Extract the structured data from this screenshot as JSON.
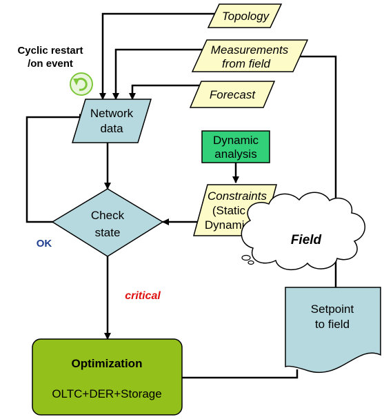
{
  "diagram": {
    "inputs": {
      "topology": "Topology",
      "measurements_line1": "Measurements",
      "measurements_line2": "from field",
      "forecast": "Forecast"
    },
    "cyclic": {
      "line1": "Cyclic restart",
      "line2": "/on event"
    },
    "network_data": {
      "line1": "Network",
      "line2": "data"
    },
    "dynamic_analysis": {
      "line1": "Dynamic",
      "line2": "analysis"
    },
    "constraints": {
      "line1": "Constraints",
      "line2": "(Static &",
      "line3": "Dynamics)"
    },
    "check_state": {
      "line1": "Check",
      "line2": "state"
    },
    "ok_label": "OK",
    "critical_label": "critical",
    "field": "Field",
    "setpoint": {
      "line1": "Setpoint",
      "line2": "to field"
    },
    "optimization": {
      "title": "Optimization",
      "subtitle": "OLTC+DER+Storage"
    },
    "colors": {
      "input_fill": "#fdfbc8",
      "process_fill": "#b5d9de",
      "dynamic_fill": "#33d07a",
      "optimization_fill": "#93c01b",
      "ok_label": "#1f3e8f",
      "critical_label": "#e01010",
      "cyclic_icon": "#7ec63a"
    }
  }
}
